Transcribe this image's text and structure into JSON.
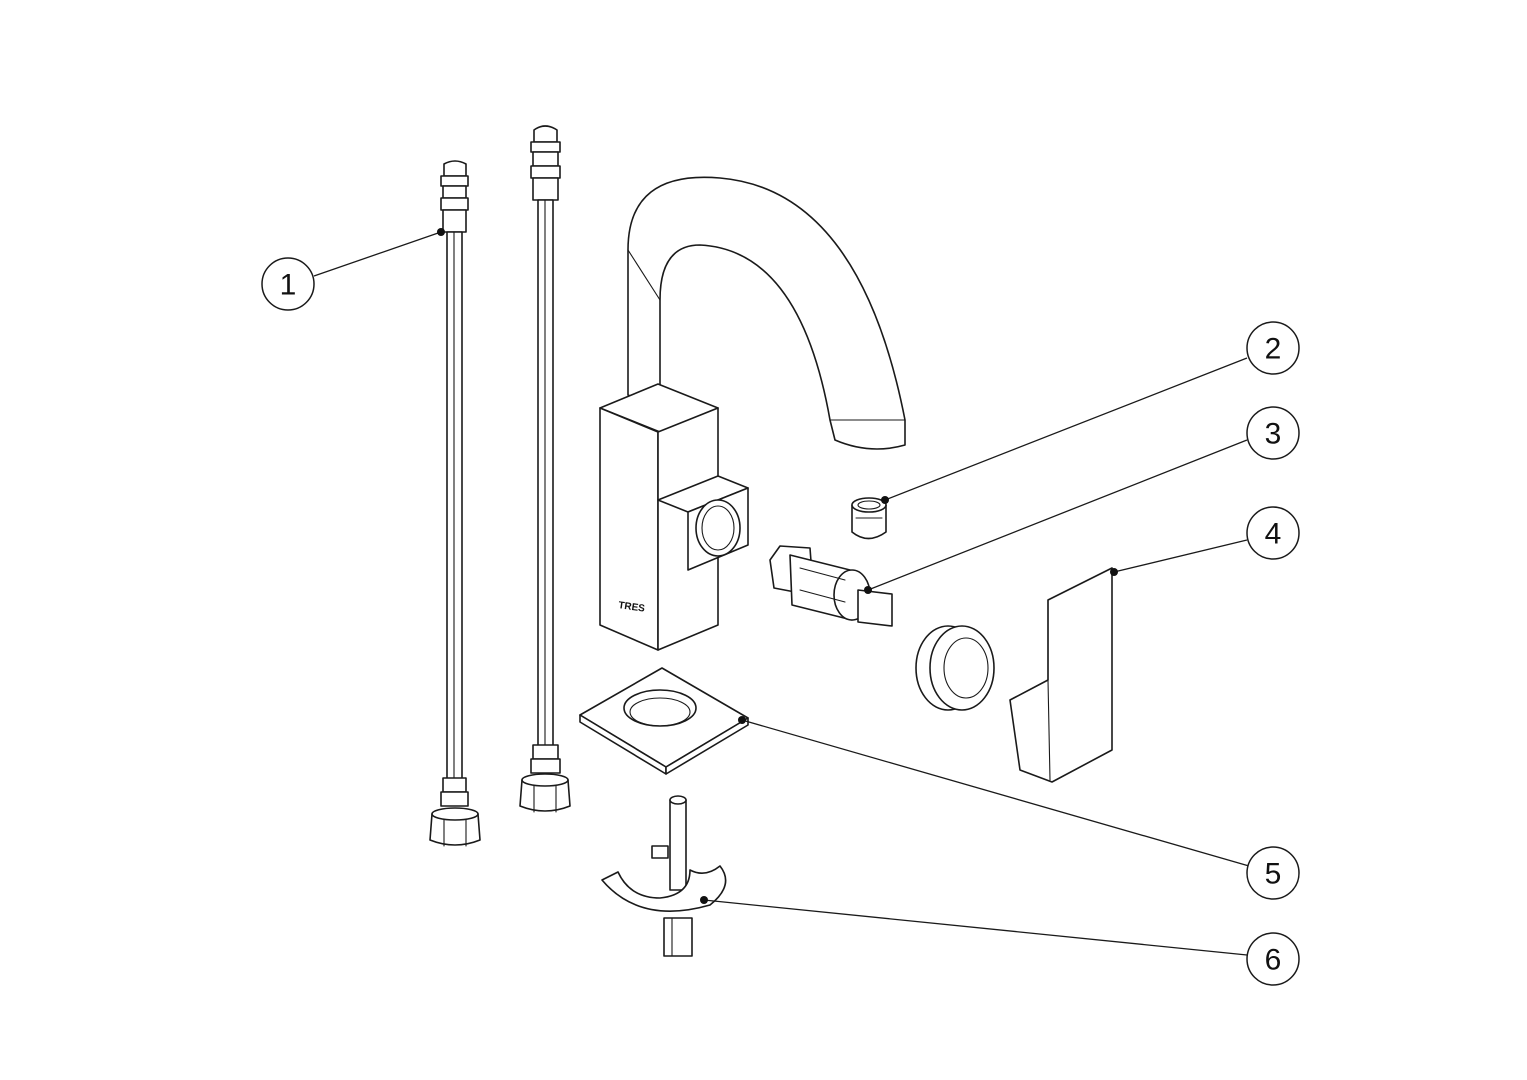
{
  "diagram": {
    "callouts": [
      {
        "label": "1"
      },
      {
        "label": "2"
      },
      {
        "label": "3"
      },
      {
        "label": "4"
      },
      {
        "label": "5"
      },
      {
        "label": "6"
      }
    ],
    "brand_mark": "TRES"
  }
}
